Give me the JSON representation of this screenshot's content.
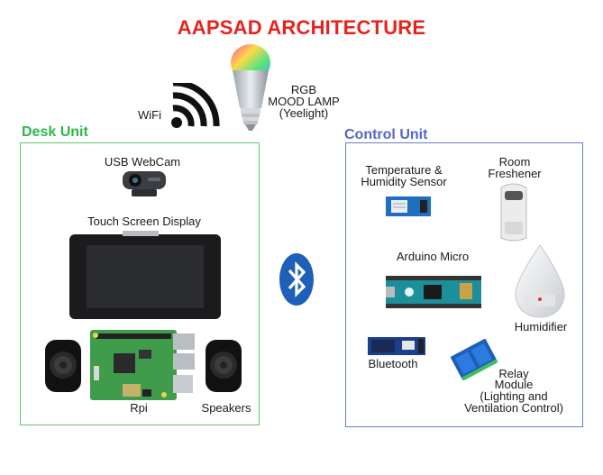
{
  "title": "AAPSAD ARCHITECTURE",
  "top": {
    "wifi_label": "WiFi",
    "lamp_label_1": "RGB",
    "lamp_label_2": "MOOD LAMP",
    "lamp_label_3": "(Yeelight)"
  },
  "desk_unit": {
    "title": "Desk Unit",
    "webcam_label": "USB WebCam",
    "display_label": "Touch Screen Display",
    "rpi_label": "Rpi",
    "speakers_label": "Speakers"
  },
  "control_unit": {
    "title": "Control Unit",
    "temp_label_1": "Temperature &",
    "temp_label_2": "Humidity Sensor",
    "freshener_label_1": "Room",
    "freshener_label_2": "Freshener",
    "arduino_label": "Arduino Micro",
    "humidifier_label": "Humidifier",
    "bluetooth_label": "Bluetooth",
    "relay_label_1": "Relay",
    "relay_label_2": "Module",
    "relay_label_3": "(Lighting and",
    "relay_label_4": "Ventilation Control)"
  },
  "colors": {
    "title_red": "#e8231d",
    "desk_green": "#2db84a",
    "control_blue": "#5567c7",
    "bluetooth_blue": "#1e5fb8"
  }
}
